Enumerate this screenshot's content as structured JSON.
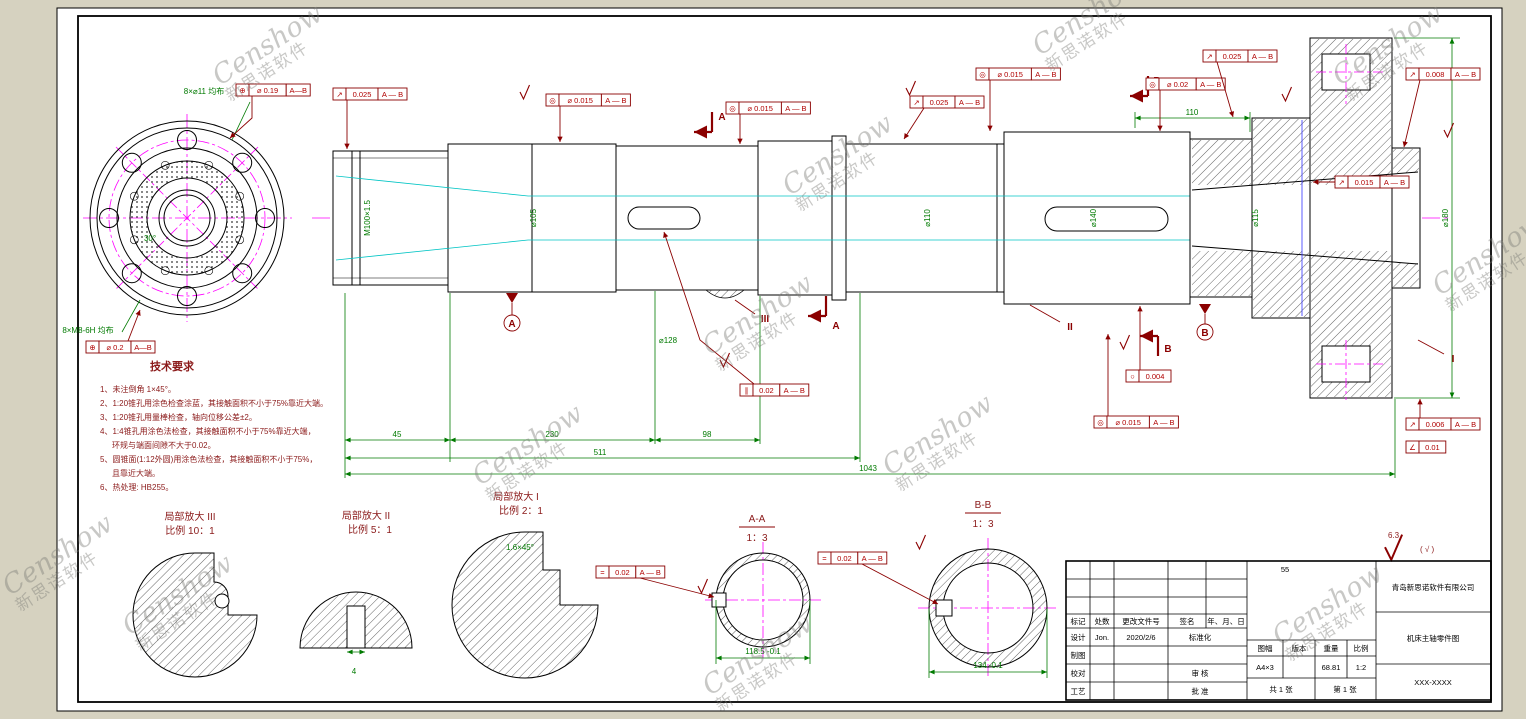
{
  "watermark": {
    "brand": "Censhow",
    "cjk": "新思诺软件"
  },
  "tech_requirements": {
    "title": "技术要求",
    "notes": [
      "1、未注倒角 1×45°。",
      "2、1:20锥孔用涂色检查涂蓝，其接触面积不小于75%靠近大端。",
      "3、1:20锥孔用量棒检查，轴向位移公差±2。",
      "4、1:4锥孔用涂色法检查，其接触面积不小于75%靠近大端，",
      "环规与端面间隙不大于0.02。",
      "5、圆锥面(1:12外圆)用涂色法检查，其接触面积不小于75%，",
      "且靠近大端。",
      "6、热处理: HB255。"
    ]
  },
  "details": {
    "d3_label": "局部放大 III",
    "d3_scale": "比例 10：1",
    "d2_label": "局部放大 II",
    "d2_scale": "比例 5：1",
    "d1_label": "局部放大 I",
    "d1_scale": "比例 2：1"
  },
  "sections": {
    "aa_label": "A-A",
    "aa_scale": "1：3",
    "aa_dim": "118.5 -0.1",
    "bb_label": "B-B",
    "bb_scale": "1：3",
    "bb_dim": "134 -0.1"
  },
  "marks": {
    "sec_a": "A",
    "sec_b": "B",
    "d1": "I",
    "d2": "II",
    "d3": "III",
    "datum_a": "A",
    "datum_b": "B"
  },
  "finish": {
    "value": "6.3",
    "other": "(  √  )"
  },
  "callouts": {
    "bolt_holes": "8×⌀11 均布",
    "thread_holes": "8×M8-6H 均布"
  },
  "dims": {
    "len_45": "45",
    "len_230": "230",
    "len_98": "98",
    "len_511": "511",
    "len_total": "1043",
    "len_110": "110",
    "dia_128": "⌀128",
    "thread": "M100×1.5",
    "dia_105": "⌀105",
    "dia_110": "⌀110",
    "dia_140": "⌀140",
    "dia_115": "⌀115",
    "dia_180": "⌀180",
    "chamfer": "1.6×45°",
    "d2_w": "4",
    "angle30": "30°"
  },
  "gdt": [
    {
      "sym": "⊕",
      "val": "⌀ 0.19",
      "datum": "A—B"
    },
    {
      "sym": "⊕",
      "val": "⌀ 0.2",
      "datum": "A—B"
    },
    {
      "sym": "↗",
      "val": "0.025",
      "datum": "A — B"
    },
    {
      "sym": "◎",
      "val": "⌀ 0.015",
      "datum": "A — B"
    },
    {
      "sym": "◎",
      "val": "⌀ 0.015",
      "datum": "A — B"
    },
    {
      "sym": "↗",
      "val": "0.025",
      "datum": "A — B"
    },
    {
      "sym": "◎",
      "val": "⌀ 0.015",
      "datum": "A — B"
    },
    {
      "sym": "◎",
      "val": "⌀ 0.02",
      "datum": "A — B"
    },
    {
      "sym": "↗",
      "val": "0.025",
      "datum": "A — B"
    },
    {
      "sym": "↗",
      "val": "0.008",
      "datum": "A — B"
    },
    {
      "sym": "↗",
      "val": "0.015",
      "datum": "A — B"
    },
    {
      "sym": "○",
      "val": "0.004",
      "datum": ""
    },
    {
      "sym": "◎",
      "val": "⌀ 0.015",
      "datum": "A — B"
    },
    {
      "sym": "↗",
      "val": "0.006",
      "datum": "A — B"
    },
    {
      "sym": "∠",
      "val": "0.01",
      "datum": ""
    },
    {
      "sym": "∥",
      "val": "0.02",
      "datum": "A — B"
    },
    {
      "sym": "=",
      "val": "0.02",
      "datum": "A — B"
    },
    {
      "sym": "=",
      "val": "0.02",
      "datum": "A — B"
    }
  ],
  "titleblock": {
    "rev_note": "55",
    "header": [
      "标记",
      "处数",
      "更改文件号",
      "签名",
      "年、月、日"
    ],
    "row_design": [
      "设计",
      "Jon.",
      "2020/2/6",
      "标准化"
    ],
    "row_draw": "制图",
    "row_check": "校对",
    "row_process": "工艺",
    "row_audit": "审 核",
    "row_approve": "批 准",
    "meta": [
      "图幅",
      "版本",
      "重量",
      "比例"
    ],
    "meta_values": {
      "size": "A4×3",
      "weight": "68.81",
      "scale": "1:2"
    },
    "sheets": [
      "共 1 张",
      "第 1 张"
    ],
    "company": "青岛新思诺软件有限公司",
    "title": "机床主轴零件图",
    "number": "XXX-XXXX"
  }
}
